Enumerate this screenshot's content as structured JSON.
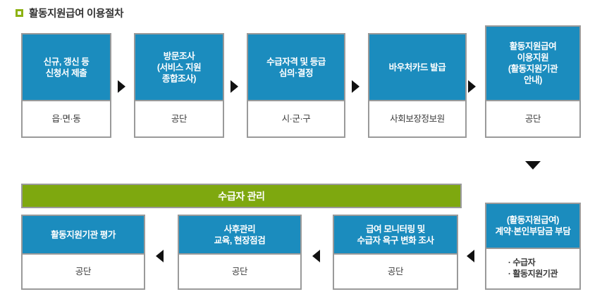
{
  "page": {
    "title": "활동지원급여 이용절차",
    "bullet_icon": "green-square-bullet-icon",
    "colors": {
      "header_blue": "#1b8cbe",
      "banner_green": "#7ea80f",
      "bullet_green": "#8db214",
      "border_gray": "#9a9a9a",
      "arrow_black": "#111111",
      "body_text": "#3b3b3b"
    }
  },
  "row1": {
    "steps": [
      {
        "head": "신규, 갱신 등\n신청서 제출",
        "body": "읍·면·동"
      },
      {
        "head": "방문조사\n(서비스 지원\n종합조사)",
        "body": "공단"
      },
      {
        "head": "수급자격 및 등급\n심의·결정",
        "body": "시·군·구"
      },
      {
        "head": "바우처카드 발급",
        "body": "사회보장정보원"
      },
      {
        "head": "활동지원급여\n이용지원\n(활동지원기관\n안내)",
        "body": "공단"
      }
    ],
    "connectors": [
      "arrow-right-icon",
      "arrow-right-icon",
      "arrow-right-icon",
      "arrow-right-icon"
    ]
  },
  "vertical_connector": {
    "icon": "arrow-down-icon"
  },
  "row2": {
    "banner": {
      "label": "수급자 관리"
    },
    "steps": [
      {
        "head": "활동지원기관 평가",
        "body": "공단"
      },
      {
        "head": "사후관리\n교육, 현장점검",
        "body": "공단"
      },
      {
        "head": "급여 모니터링 및\n수급자 욕구 변화 조사",
        "body": "공단"
      },
      {
        "head": "(활동지원급여)\n계약·본인부담금 부담",
        "body": "· 수급자\n· 활동지원기관"
      }
    ],
    "connectors": [
      "arrow-left-icon",
      "arrow-left-icon",
      "arrow-left-icon"
    ]
  }
}
